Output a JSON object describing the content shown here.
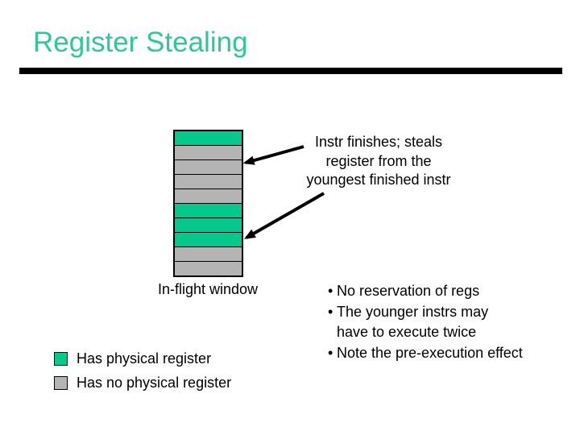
{
  "title": "Register Stealing",
  "colors": {
    "title_green": "#2fc895",
    "has_register_green": "#05c98c",
    "no_register_gray": "#b4b4b4",
    "rule_and_arrows": "#000000"
  },
  "stack": {
    "rows": [
      "has-reg",
      "no-reg",
      "no-reg",
      "no-reg",
      "no-reg",
      "has-reg",
      "has-reg",
      "has-reg",
      "no-reg",
      "no-reg"
    ]
  },
  "annotation": {
    "lines": [
      "Instr finishes; steals",
      "register from the",
      "youngest finished instr"
    ]
  },
  "window_label": "In-flight window",
  "legend": {
    "items": [
      {
        "state": "has-reg",
        "label": "Has physical register"
      },
      {
        "state": "no-reg",
        "label": "Has no physical register"
      }
    ]
  },
  "notes": {
    "bullet_char": "•",
    "items": [
      {
        "lines": [
          "No reservation of regs"
        ]
      },
      {
        "lines": [
          "The younger instrs may",
          "have to execute twice"
        ]
      },
      {
        "lines": [
          "Note the pre-execution effect"
        ]
      }
    ]
  }
}
